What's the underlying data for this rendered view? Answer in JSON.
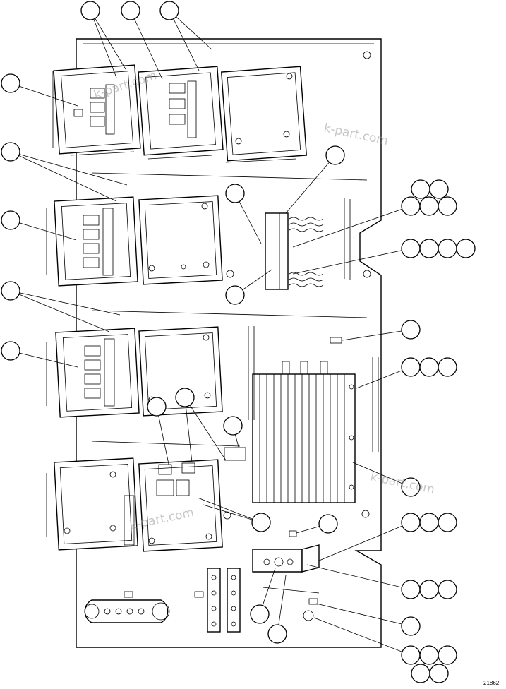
{
  "watermark": {
    "text_1": "k-part.com",
    "text_2": "k-part.com",
    "text_3": "k-part.com",
    "text_4": "k-part.com"
  },
  "figure": {
    "number": "21862"
  },
  "callout_style": "blank circles (no numbers)",
  "colors": {
    "line": "#000000",
    "background": "#ffffff",
    "watermark": "#9a9a9a"
  }
}
